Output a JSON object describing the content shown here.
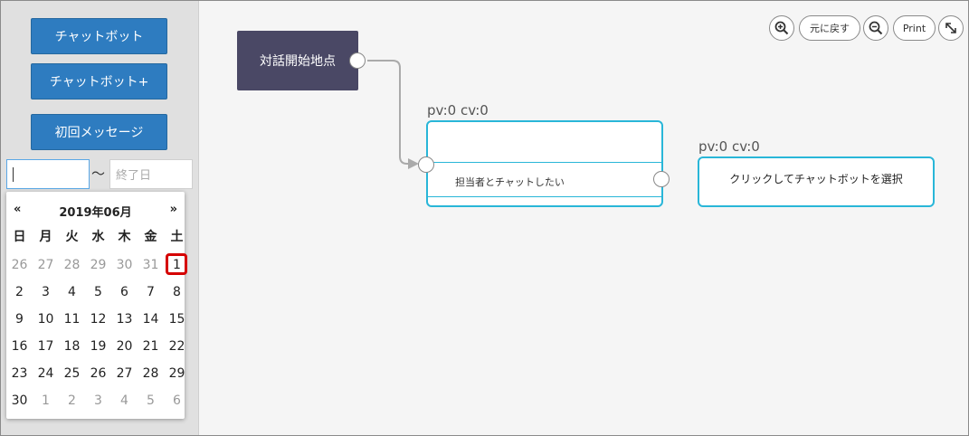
{
  "sidebar": {
    "buttons": [
      "チャットボット",
      "チャットボット+",
      "初回メッセージ"
    ],
    "date_start_value": "",
    "date_separator": "〜",
    "date_end_placeholder": "終了日"
  },
  "calendar": {
    "prev": "«",
    "next": "»",
    "title": "2019年06月",
    "weekdays": [
      "日",
      "月",
      "火",
      "水",
      "木",
      "金",
      "土"
    ],
    "weeks": [
      [
        "26",
        "27",
        "28",
        "29",
        "30",
        "31",
        "1"
      ],
      [
        "2",
        "3",
        "4",
        "5",
        "6",
        "7",
        "8"
      ],
      [
        "9",
        "10",
        "11",
        "12",
        "13",
        "14",
        "15"
      ],
      [
        "16",
        "17",
        "18",
        "19",
        "20",
        "21",
        "22"
      ],
      [
        "23",
        "24",
        "25",
        "26",
        "27",
        "28",
        "29"
      ],
      [
        "30",
        "1",
        "2",
        "3",
        "4",
        "5",
        "6"
      ]
    ],
    "selected": "1"
  },
  "toolbar": {
    "zoom_in_icon": "zoom-in-icon",
    "reset_label": "元に戻す",
    "zoom_out_icon": "zoom-out-icon",
    "print_label": "Print",
    "fullscreen_icon": "fullscreen-icon"
  },
  "flow": {
    "start_node_label": "対話開始地点",
    "node1": {
      "stats": "pv:0  cv:0",
      "option_label": "担当者とチャットしたい"
    },
    "node2": {
      "stats": "pv:0  cv:0",
      "label": "クリックしてチャットボットを選択"
    }
  },
  "colors": {
    "accent_button": "#2e7cc0",
    "start_node": "#4a4865",
    "node_border": "#29b6d8",
    "selection": "#d50000"
  }
}
